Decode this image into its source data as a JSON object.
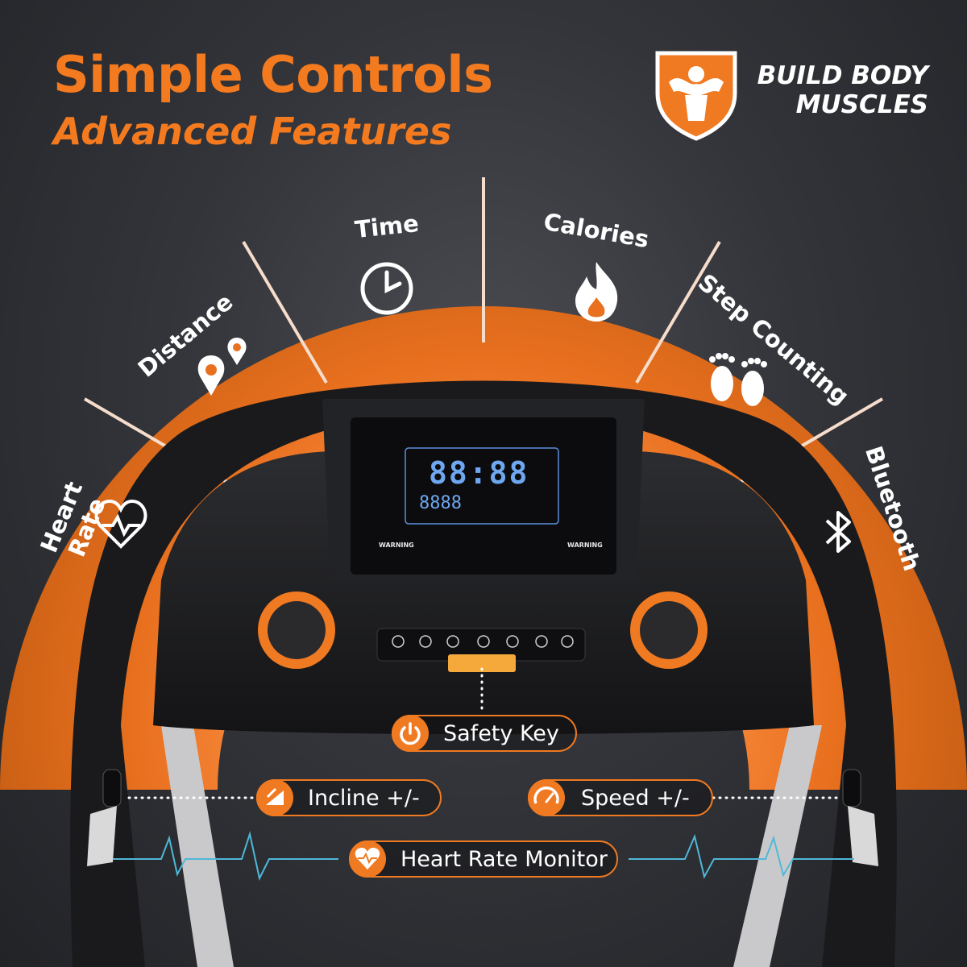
{
  "headline": {
    "title": "Simple Controls",
    "subtitle": "Advanced Features"
  },
  "badge": {
    "line1": "BUILD BODY",
    "line2": "MUSCLES",
    "icon": "muscle-shield-icon"
  },
  "features": [
    {
      "label": "Heart Rate",
      "icon": "heart-pulse-icon"
    },
    {
      "label": "Distance",
      "icon": "map-pin-icon"
    },
    {
      "label": "Time",
      "icon": "clock-icon"
    },
    {
      "label": "Calories",
      "icon": "flame-icon"
    },
    {
      "label": "Step Counting",
      "icon": "footprints-icon"
    },
    {
      "label": "Bluetooth",
      "icon": "bluetooth-icon"
    }
  ],
  "console": {
    "display_main": "88:88",
    "display_small": "8888",
    "warning_left": "WARNING",
    "warning_right": "WARNING"
  },
  "callouts": {
    "safety_key": "Safety Key",
    "incline": "Incline +/-",
    "speed": "Speed +/-",
    "heart_rate_monitor": "Heart Rate Monitor"
  },
  "colors": {
    "accent": "#f07a22",
    "background": "#2b2d31"
  }
}
